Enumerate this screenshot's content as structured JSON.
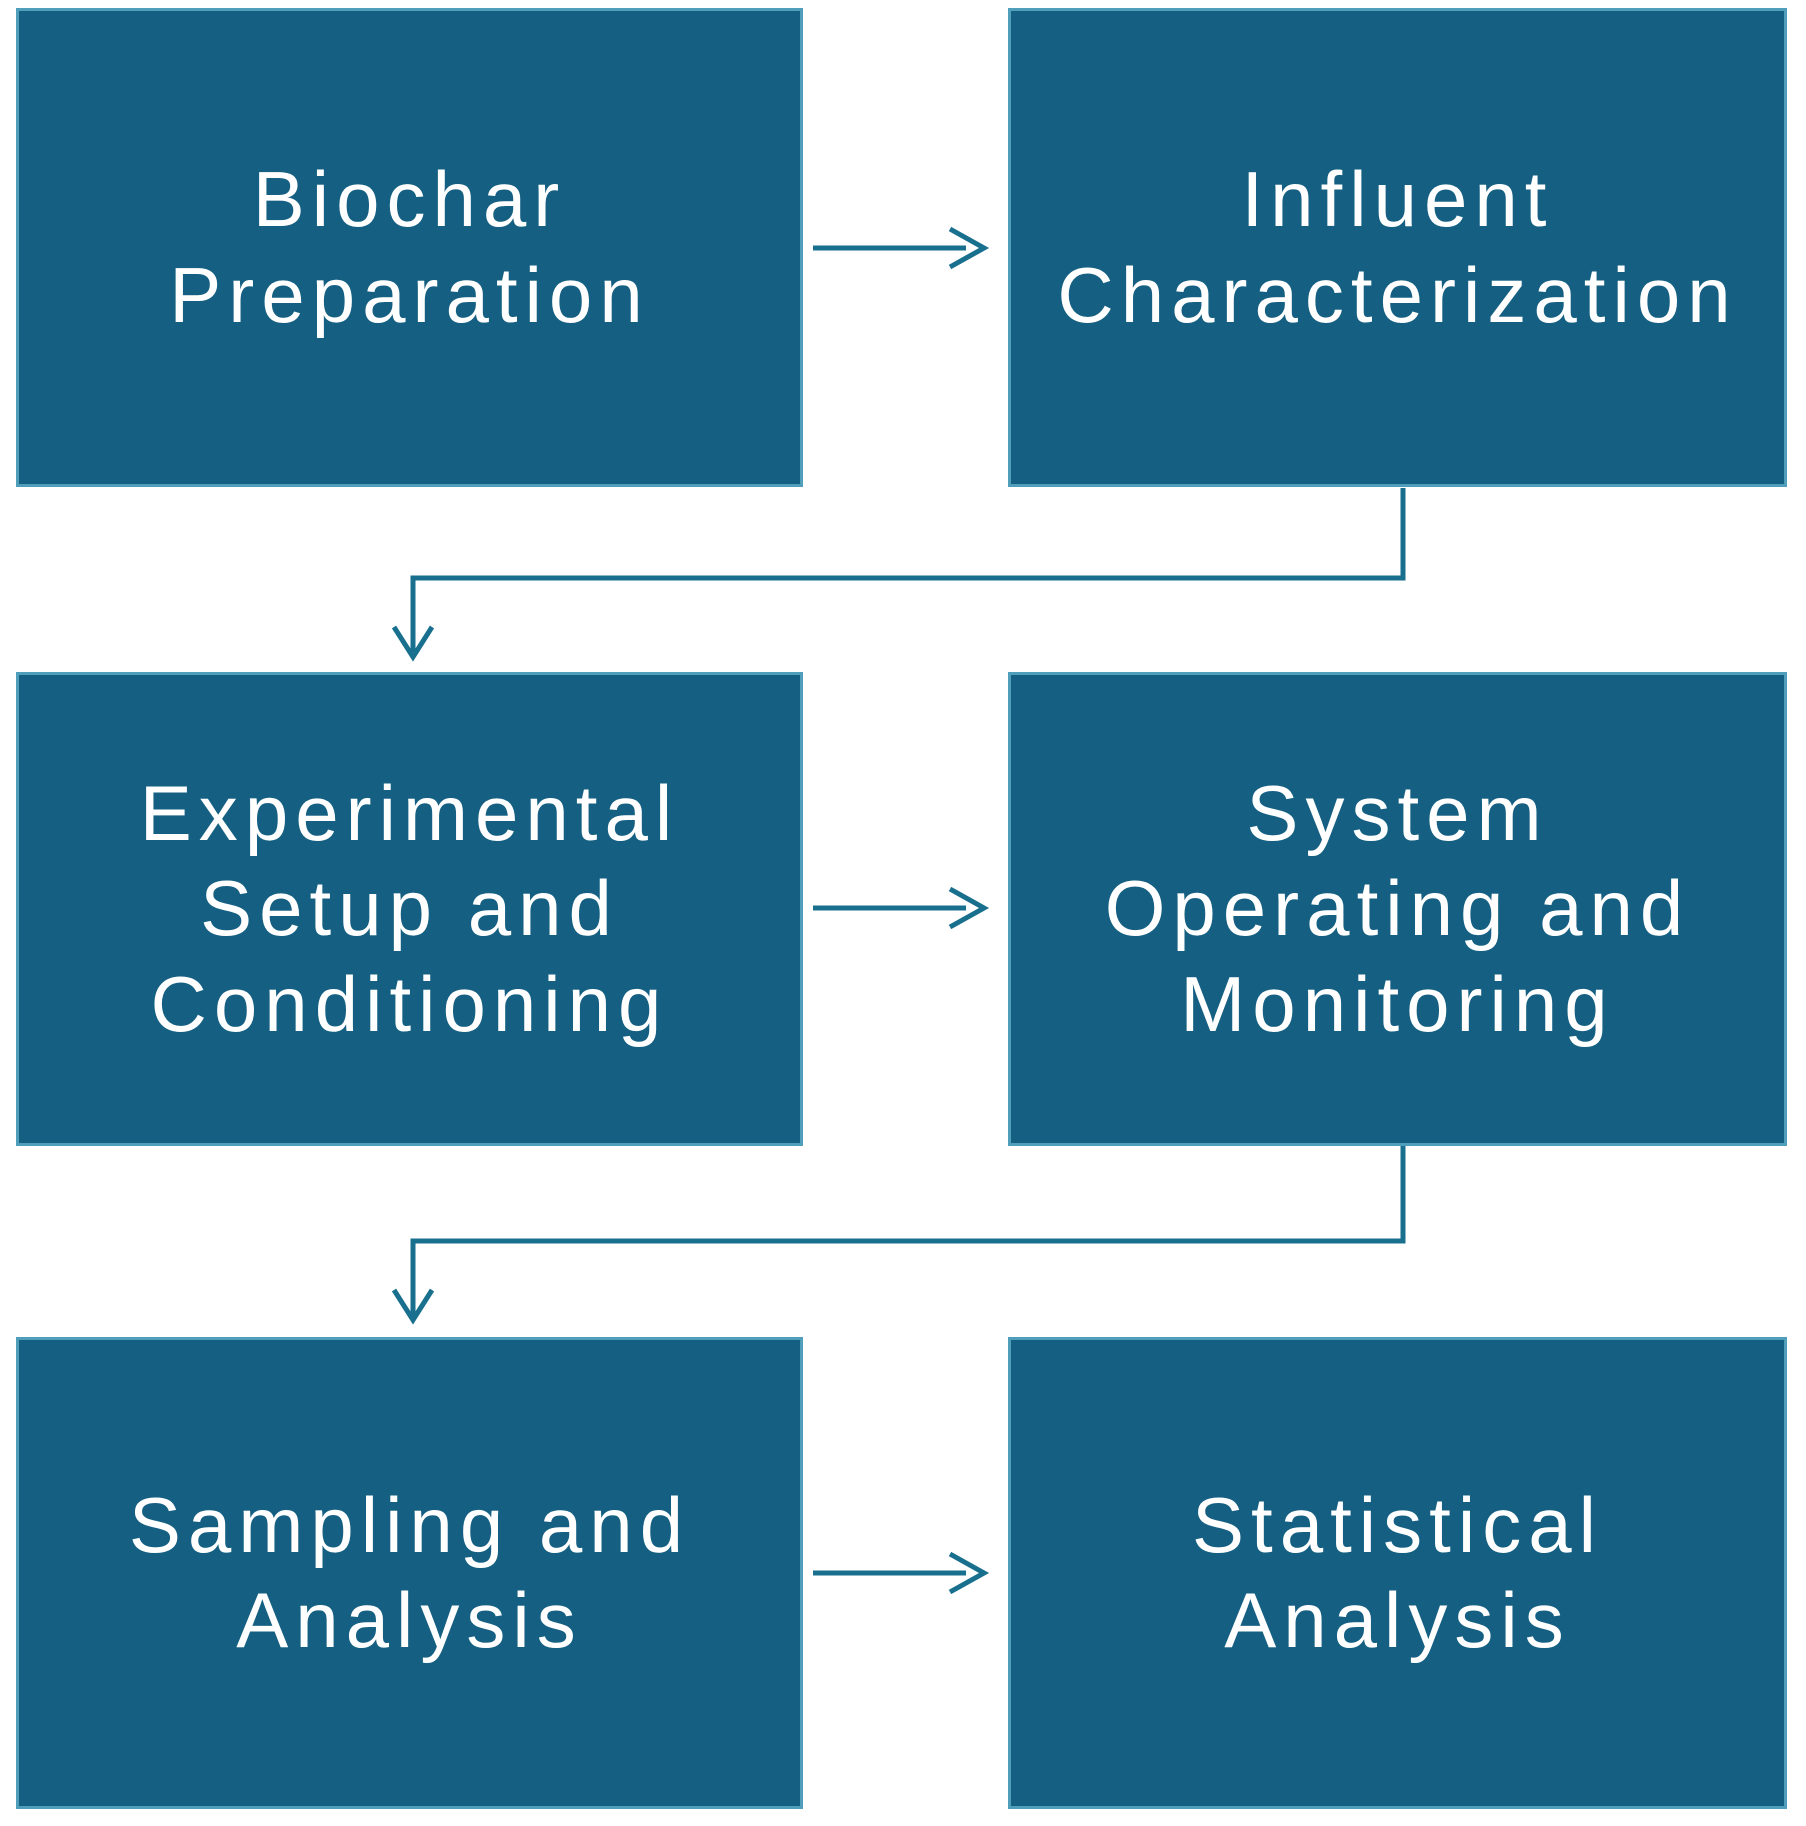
{
  "style": {
    "background": "#ffffff",
    "box_fill": "#156082",
    "box_border": "#4f9fbb",
    "text_color": "#ffffff",
    "connector_color": "#186f8e"
  },
  "flowchart": {
    "steps": [
      {
        "id": "biochar-preparation",
        "label": "Biochar\nPreparation"
      },
      {
        "id": "influent-characterization",
        "label": "Influent\nCharacterization"
      },
      {
        "id": "experimental-setup-and-conditioning",
        "label": "Experimental\nSetup and\nConditioning"
      },
      {
        "id": "system-operating-and-monitoring",
        "label": "System\nOperating and\nMonitoring"
      },
      {
        "id": "sampling-and-analysis",
        "label": "Sampling and\nAnalysis"
      },
      {
        "id": "statistical-analysis",
        "label": "Statistical\nAnalysis"
      }
    ],
    "connectors": [
      {
        "from": "Biochar Preparation",
        "to": "Influent Characterization",
        "type": "straight-right-arrow"
      },
      {
        "from": "Influent Characterization",
        "to": "Experimental Setup and Conditioning",
        "type": "elbow-down-arrow"
      },
      {
        "from": "Experimental Setup and Conditioning",
        "to": "System Operating and Monitoring",
        "type": "straight-right-arrow"
      },
      {
        "from": "System Operating and Monitoring",
        "to": "Sampling and Analysis",
        "type": "elbow-down-arrow"
      },
      {
        "from": "Sampling and Analysis",
        "to": "Statistical Analysis",
        "type": "straight-right-arrow"
      }
    ]
  }
}
